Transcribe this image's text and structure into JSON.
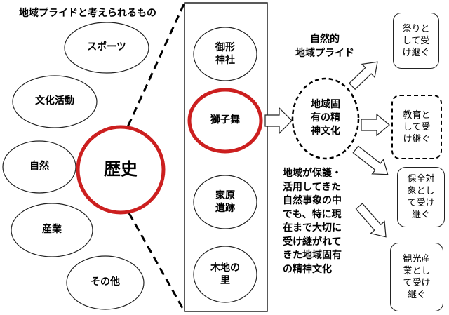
{
  "title": "地域プライドと考えられるもの",
  "categories": [
    "スポーツ",
    "文化活動",
    "自然",
    "産業",
    "その他"
  ],
  "center": "歴史",
  "history_items": [
    [
      "御形",
      "神社"
    ],
    [
      "獅子舞"
    ],
    [
      "家原",
      "遺跡"
    ],
    [
      "木地の",
      "里"
    ]
  ],
  "natural_pride_label": [
    "自然的",
    "地域プライド"
  ],
  "core_concept": [
    "地域固",
    "有の精",
    "神文化"
  ],
  "definition_text": [
    "地域が保護・",
    "活用してきた",
    "自然事象の中",
    "でも、特に現",
    "在まで大切に",
    "受け継がれて",
    "きた地域固有",
    "の精神文化"
  ],
  "outcomes": [
    [
      "祭りと",
      "して受",
      "け継ぐ"
    ],
    [
      "教育と",
      "して受",
      "け継ぐ"
    ],
    [
      "保全対",
      "象とし",
      "て受け",
      "継ぐ"
    ],
    [
      "観光産",
      "業とし",
      "て受け",
      "継ぐ"
    ]
  ],
  "colors": {
    "highlight": "#cc1f1f",
    "line": "#000000",
    "arrow_fill": "#ffffff"
  }
}
